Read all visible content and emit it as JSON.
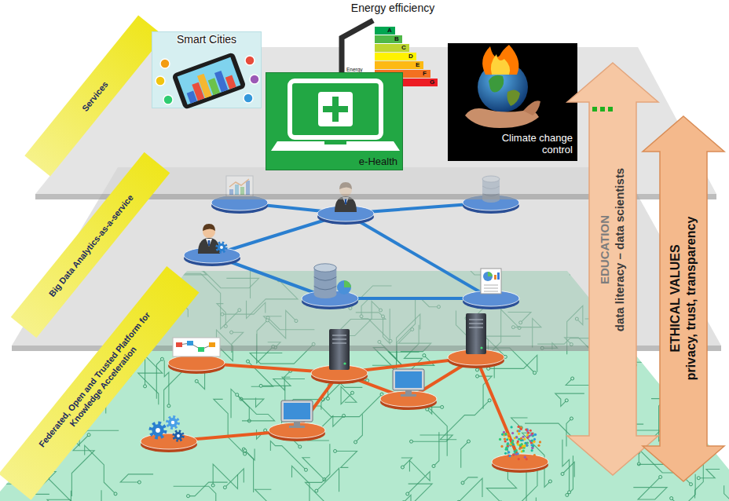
{
  "diagram": {
    "nodes": [
      {
        "text": [
          "Services"
        ]
      },
      {
        "text": [
          "Smart Cities"
        ]
      },
      {
        "text": [
          "Energy efficiency"
        ]
      },
      {
        "text": [
          "e-Health"
        ]
      },
      {
        "text": [
          "Climate change control"
        ]
      },
      {
        "text": [
          "Big Data Analytics-as-a-service"
        ]
      },
      {
        "text": [
          "Federated, Open and Trusted Platform for Knowledge Acceleration"
        ]
      },
      {
        "text": [
          "EDUCATION",
          "data literacy – data scientists"
        ]
      },
      {
        "text": [
          "ETHICAL VALUES",
          "privacy, trust, transparency"
        ]
      }
    ],
    "labels": [
      "Energy efficiency",
      "A",
      "B",
      "C",
      "D",
      "E",
      "F",
      "G"
    ]
  }
}
